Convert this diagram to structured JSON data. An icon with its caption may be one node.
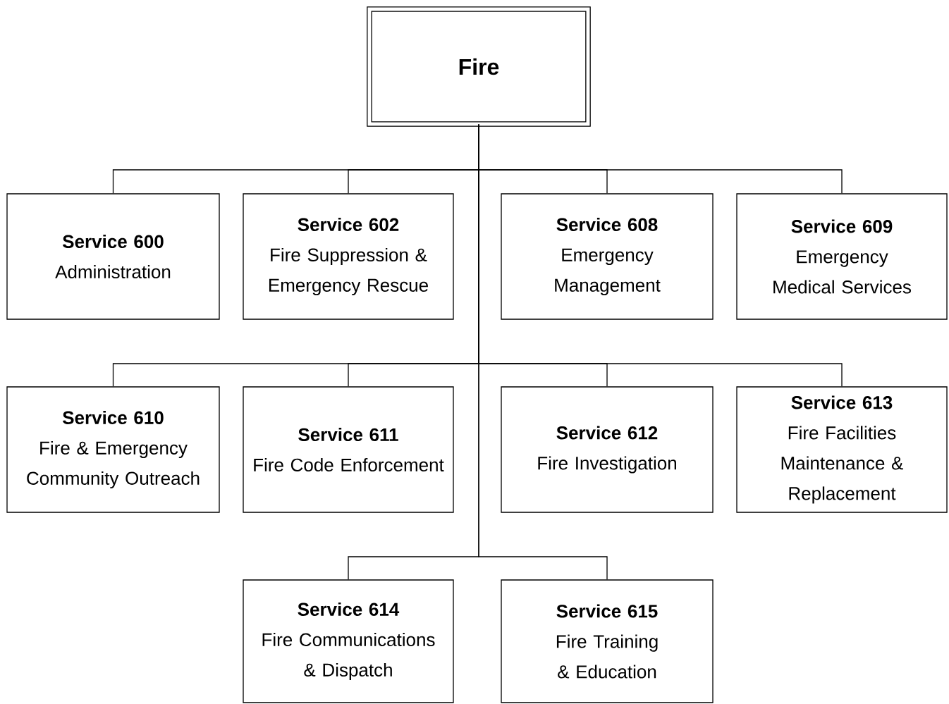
{
  "diagram": {
    "nodes": [
      {
        "text": [
          "Fire"
        ]
      },
      {
        "text": [
          "Service 600",
          "Administration"
        ]
      },
      {
        "text": [
          "Service 602",
          "Fire Suppression & Emergency Rescue"
        ]
      },
      {
        "text": [
          "Service 608",
          "Emergency Management"
        ]
      },
      {
        "text": [
          "Service 609",
          "Emergency Medical Services"
        ]
      },
      {
        "text": [
          "Service 610",
          "Fire & Emergency Community Outreach"
        ]
      },
      {
        "text": [
          "Service 611",
          "Fire Code Enforcement"
        ]
      },
      {
        "text": [
          "Service 612",
          "Fire Investigation"
        ]
      },
      {
        "text": [
          "Service 613",
          "Fire Facilities Maintenance & Replacement"
        ]
      },
      {
        "text": [
          "Service 614",
          "Fire Communications & Dispatch"
        ]
      },
      {
        "text": [
          "Service 615",
          "Fire Training & Education"
        ]
      }
    ],
    "edges": [
      {
        "from": 0,
        "to": 1,
        "arrow": "none"
      },
      {
        "from": 0,
        "to": 2,
        "arrow": "none"
      },
      {
        "from": 0,
        "to": 3,
        "arrow": "none"
      },
      {
        "from": 0,
        "to": 4,
        "arrow": "none"
      },
      {
        "from": 0,
        "to": 5,
        "arrow": "none"
      },
      {
        "from": 0,
        "to": 6,
        "arrow": "none"
      },
      {
        "from": 0,
        "to": 7,
        "arrow": "none"
      },
      {
        "from": 0,
        "to": 8,
        "arrow": "none"
      },
      {
        "from": 0,
        "to": 9,
        "arrow": "none"
      },
      {
        "from": 0,
        "to": 10,
        "arrow": "none"
      }
    ]
  }
}
